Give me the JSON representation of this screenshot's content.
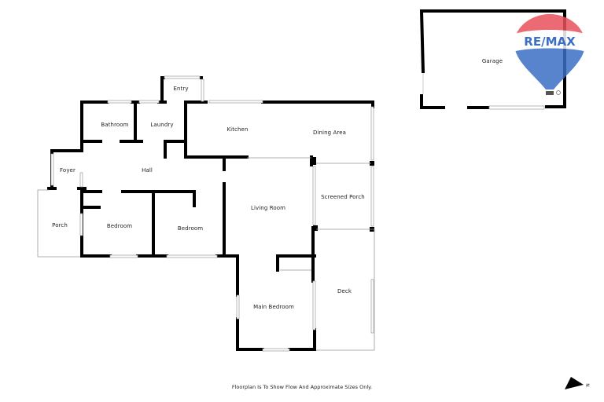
{
  "rooms": {
    "garage": "Garage",
    "entry": "Entry",
    "bathroom": "Bathroom",
    "laundry": "Laundry",
    "kitchen": "Kitchen",
    "dining_area": "Dining Area",
    "foyer": "Foyer",
    "hall": "Hall",
    "porch": "Porch",
    "bedroom_1": "Bedroom",
    "bedroom_2": "Bedroom",
    "living_room": "Living Room",
    "screened_porch": "Screened Porch",
    "main_bedroom": "Main Bedroom",
    "deck": "Deck"
  },
  "footer": {
    "disclaimer": "Floorplan Is To Show Flow And Approximate Sizes Only."
  },
  "compass": {
    "label": "N"
  },
  "logo": {
    "text": "RE/MAX",
    "colors": {
      "red": "#e8505b",
      "blue": "#3a6fc4",
      "white": "#ffffff"
    }
  },
  "colors": {
    "wall": "#000000",
    "window": "#bbbbbb",
    "outline": "#999999"
  }
}
